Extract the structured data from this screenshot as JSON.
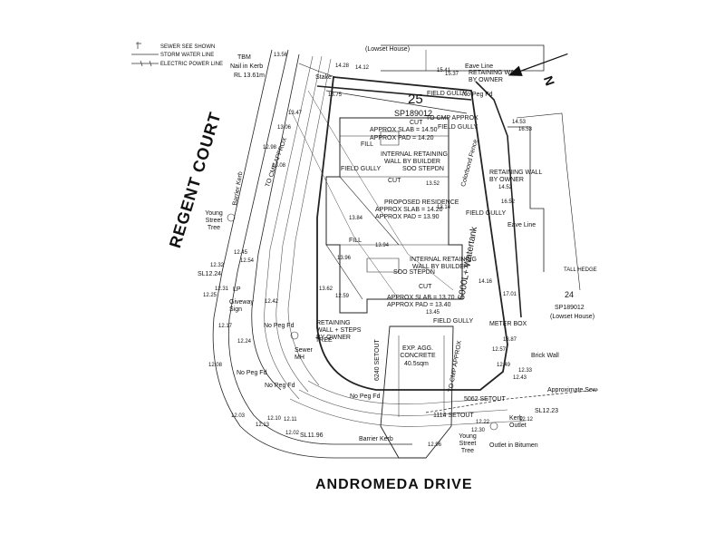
{
  "legend": {
    "items": [
      {
        "icon": "pipe-icon",
        "label": "SEWER SEE SHOWN"
      },
      {
        "icon": "storm-water-icon",
        "label": "STORM WATER LINE"
      },
      {
        "icon": "power-line-icon",
        "label": "ELECTRIC POWER LINE"
      }
    ]
  },
  "streets": {
    "regent": "REGENT COURT",
    "andromeda": "ANDROMEDA DRIVE"
  },
  "benchmark": {
    "title": "TBM",
    "line1": "Nail in Kerb",
    "line2": "RL 13.61m"
  },
  "lot": {
    "number": "25",
    "plan": "SP189012"
  },
  "neighbor_top": "(Lowset House)",
  "neighbor_right": {
    "number": "24",
    "plan": "SP189012",
    "house": "(Lowset House)",
    "hedge": "TALL HEDGE"
  },
  "north": "N",
  "labels": {
    "eave_line_top": "Eave Line",
    "retaining_wall_owner_top": "RETAINING WALL BY OWNER",
    "no_peg_top": "No Peg Fd",
    "field_gully_1": "FIELD GULLY",
    "field_gully_2": "FIELD GULLY",
    "field_gully_3": "FIELD GULLY",
    "field_gully_4": "FIELD GULLY",
    "field_gully_5": "FIELD GULLY",
    "to_cmp_approx_top": "TO CMP APPROX",
    "cut_1": "CUT",
    "cut_2": "CUT",
    "cut_3": "CUT",
    "fill_1": "FILL",
    "fill_2": "FILL",
    "approx_slab_1": "APPROX SLAB = 14.50",
    "approx_pad_1": "APPROX PAD = 14.20",
    "internal_wall_1a": "INTERNAL RETAINING",
    "internal_wall_1b": "WALL BY BUILDER",
    "stepdn_1": "SOO STEPDN",
    "proposed_1": "PROPOSED RESIDENCE",
    "proposed_2": "APPROX SLAB = 14.20",
    "proposed_3": "APPROX PAD = 13.90",
    "internal_wall_2a": "INTERNAL RETAINING",
    "internal_wall_2b": "WALL BY BUILDER",
    "stepdn_2": "SOO STEPDN",
    "approx_slab_3": "APPROX SLAB = 13.70",
    "approx_pad_3": "APPROX PAD = 13.40",
    "retaining_wall_owner_right": "RETAINING WALL BY OWNER",
    "eave_line_right": "Eave Line",
    "meter_box": "METER BOX",
    "brick_wall": "Brick Wall",
    "approx_sewer": "Approximate Sew",
    "kerb_outlet": "Kerb Outlet",
    "outlet_bitumen": "Outlet in Bitumen",
    "young_street_tree_bottom": "Young Street Tree",
    "young_street_tree_left": "Young Street Tree",
    "barrier_kerb_left": "Barrier Kerb",
    "barrier_kerb_bottom": "Barrier Kerb",
    "giveway_sign": "Giveway Sign",
    "lp": "LP",
    "no_peg_1": "No Peg Fd",
    "no_peg_2": "No Peg Fd",
    "no_peg_3": "No Peg Fd",
    "no_peg_4": "No Peg Fd",
    "retaining_steps": "RETAINING WALL + STEPS BY OWNER",
    "tree_label": "TREE",
    "sewer_manhole": "Sewer MH",
    "stake": "Stake",
    "exp_agg": "EXP. AGG. CONCRETE",
    "exp_agg_area": "40.5sqm",
    "water_tank": "5000L+ Watertank",
    "colorbond_fence": "Colorbond Fence",
    "setout_1": "5062 SETOUT",
    "setout_2": "1114 SETOUT",
    "setout_3": "6240 SETOUT",
    "sl_1224": "SL12.24",
    "sl_1223": "SL12.23",
    "sl_1196": "SL11.96",
    "to_cmp_left": "TO CMP APPROX",
    "to_cmp_bottom": "TO CMP APPROX"
  },
  "spot_levels": [
    "14.28",
    "13.56",
    "14.12",
    "13.75",
    "13.47",
    "12.98",
    "13.06",
    "13.08",
    "12.45",
    "12.54",
    "12.32",
    "12.31",
    "12.25",
    "12.17",
    "12.24",
    "12.08",
    "12.03",
    "12.10",
    "12.11",
    "12.02",
    "12.13",
    "12.96",
    "12.12",
    "12.22",
    "12.30",
    "12.43",
    "12.33",
    "12.49",
    "12.57",
    "13.14",
    "13.52",
    "13.87",
    "14.16",
    "13.45",
    "14.53",
    "14.52",
    "16.53",
    "16.52",
    "17.01",
    "15.41",
    "15.37",
    "13.84",
    "13.94",
    "13.96",
    "13.62",
    "12.42",
    "12.59"
  ]
}
